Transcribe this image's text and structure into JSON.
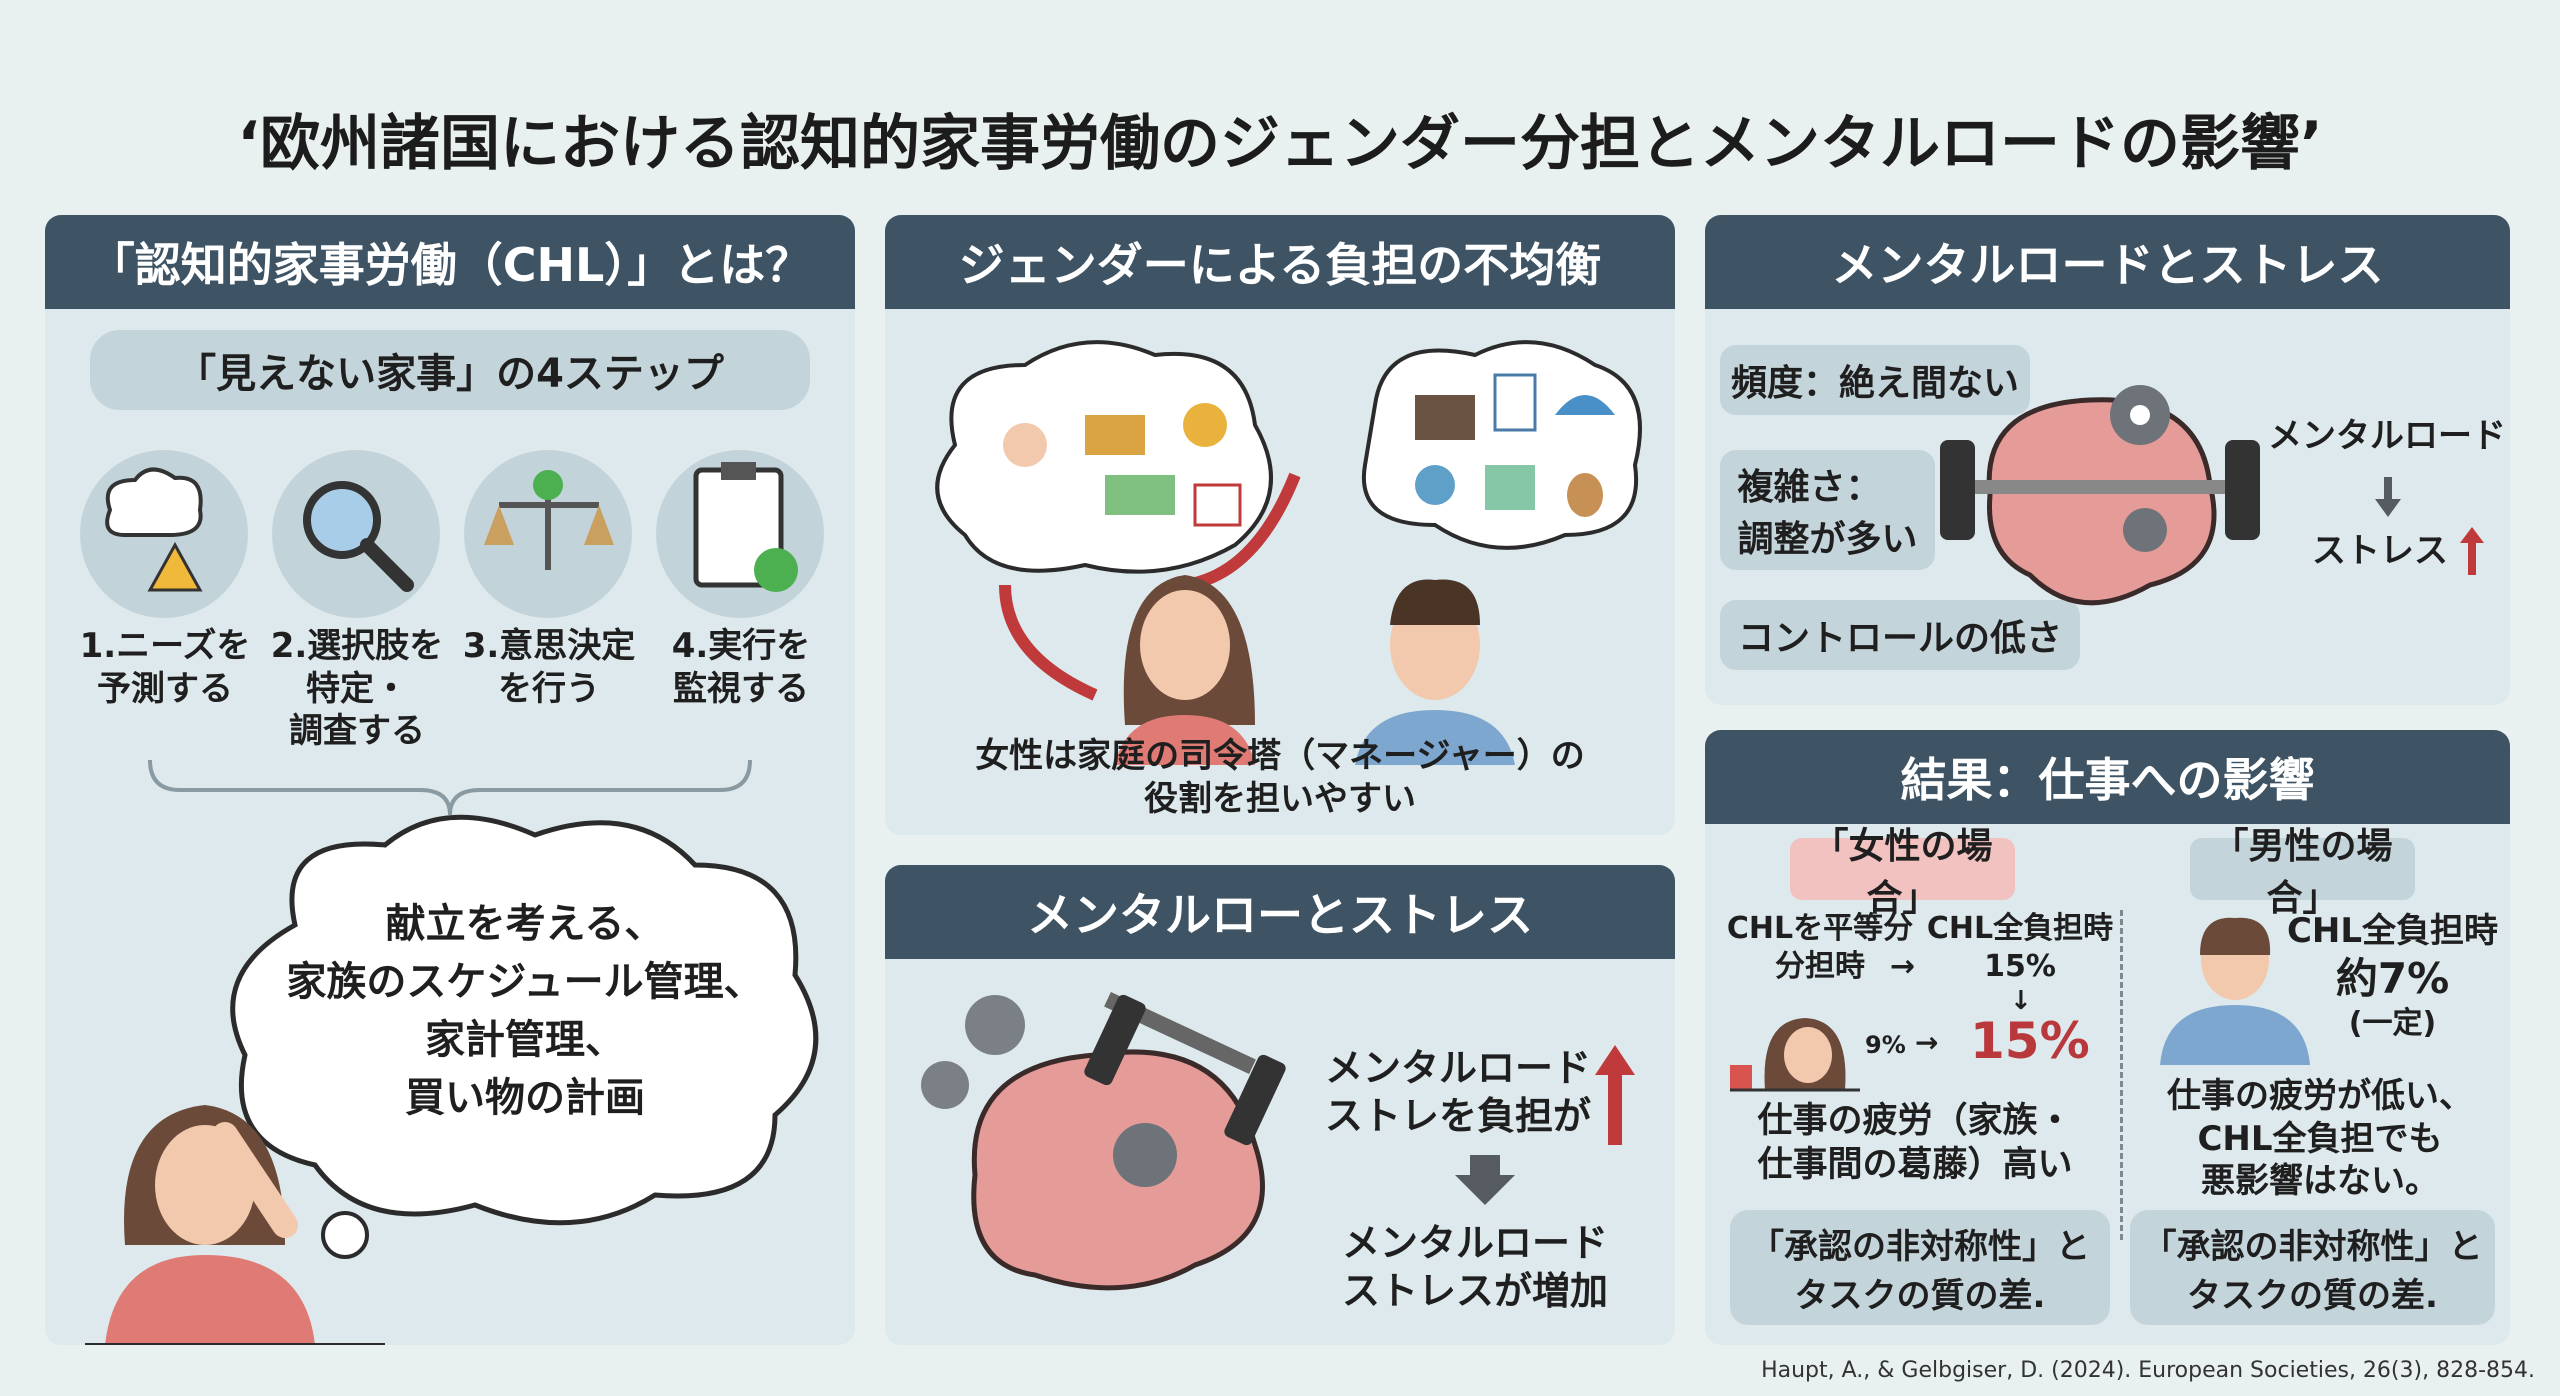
{
  "title": "‘欧州諸国における認知的家事労働のジェンダー分担とメンタルロードの影響’",
  "panel_chl": {
    "header": "「認知的家事労働（CHL）」とは？",
    "subtitle": "「見えない家事」の4ステップ",
    "steps": [
      {
        "label": "1.ニーズを\n予測する",
        "icon": "thought-warning-icon"
      },
      {
        "label": "2.選択肢を\n特定・\n調査する",
        "icon": "magnifier-icon"
      },
      {
        "label": "3.意思決定\nを行う",
        "icon": "scale-icon"
      },
      {
        "label": "4.実行を\n監視する",
        "icon": "clipboard-check-icon"
      }
    ],
    "examples": [
      "献立を考える、",
      "家族のスケジュール管理、",
      "家計管理、",
      "買い物の計画"
    ]
  },
  "panel_gender": {
    "header": "ジェンダーによる負担の不均衡",
    "caption": [
      "女性は家庭の司令塔（マネージャー）の",
      "役割を担いやすい"
    ]
  },
  "panel_mental_stress": {
    "header": "メンタルローとストレス",
    "line1": [
      "メンタルロード",
      "ストレを負担が"
    ],
    "line2": [
      "メンタルロード",
      "ストレスが増加"
    ]
  },
  "panel_mental_load": {
    "header": "メンタルロードとストレス",
    "factors": [
      "頻度：絶え間ない",
      "複雑さ：\n調整が多い",
      "コントロールの低さ"
    ],
    "result_top": "メンタルロード",
    "result_bottom": "ストレス"
  },
  "panel_result": {
    "header": "結果：仕事への影響",
    "women": {
      "label": "「女性の場合」",
      "col1": [
        "CHLを平等分",
        "分担時"
      ],
      "col2": [
        "CHL全負担時",
        "15%"
      ],
      "from": "9%",
      "to": "15%",
      "effect": [
        "仕事の疲労（家族・",
        "仕事間の葛藤）高い"
      ],
      "note": [
        "「承認の非対称性」と",
        "タスクの質の差."
      ]
    },
    "men": {
      "label": "「男性の場合」",
      "stat": [
        "CHL全負担時",
        "約7%",
        "(一定)"
      ],
      "effect": [
        "仕事の疲労が低い、",
        "CHL全負担でも",
        "悪影響はない。"
      ],
      "note": [
        "「承認の非対称性」と",
        "タスクの質の差."
      ]
    }
  },
  "citation": "Haupt, A., & Gelbgiser, D. (2024). European Societies, 26(3), 828-854.",
  "colors": {
    "header": "#3e5363",
    "accent_red": "#c0393b",
    "panel": "#dde9ec",
    "pill": "#c4d4db",
    "women_pill": "#f2c2c0"
  }
}
